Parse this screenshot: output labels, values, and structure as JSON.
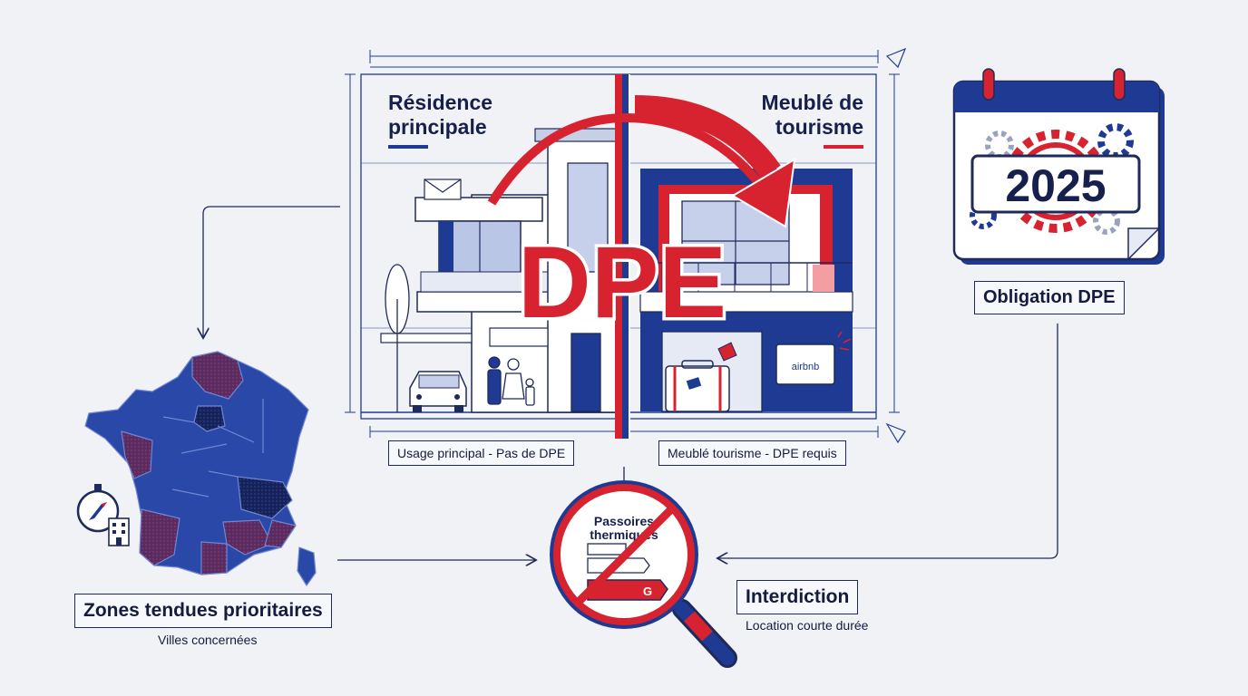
{
  "house": {
    "left_title": "Résidence principale",
    "right_title": "Meublé de tourisme",
    "center_text": "DPE",
    "airbnb_text": "airbnb"
  },
  "labels": {
    "left_usage": "Usage principal - Pas de DPE",
    "right_usage": "Meublé tourisme - DPE requis",
    "obligation": "Obligation DPE",
    "zones": "Zones tendues prioritaires",
    "villes": "Villes concernées",
    "interdiction": "Interdiction",
    "location": "Location courte durée"
  },
  "calendar": {
    "year": "2025"
  },
  "magnifier": {
    "line1": "Passoires",
    "line2": "thermiques",
    "grade": "G"
  },
  "colors": {
    "navy": "#1f3a93",
    "dark_navy": "#17204d",
    "red": "#d7232f",
    "purple": "#5b2a5e",
    "background": "#f1f2f6"
  }
}
